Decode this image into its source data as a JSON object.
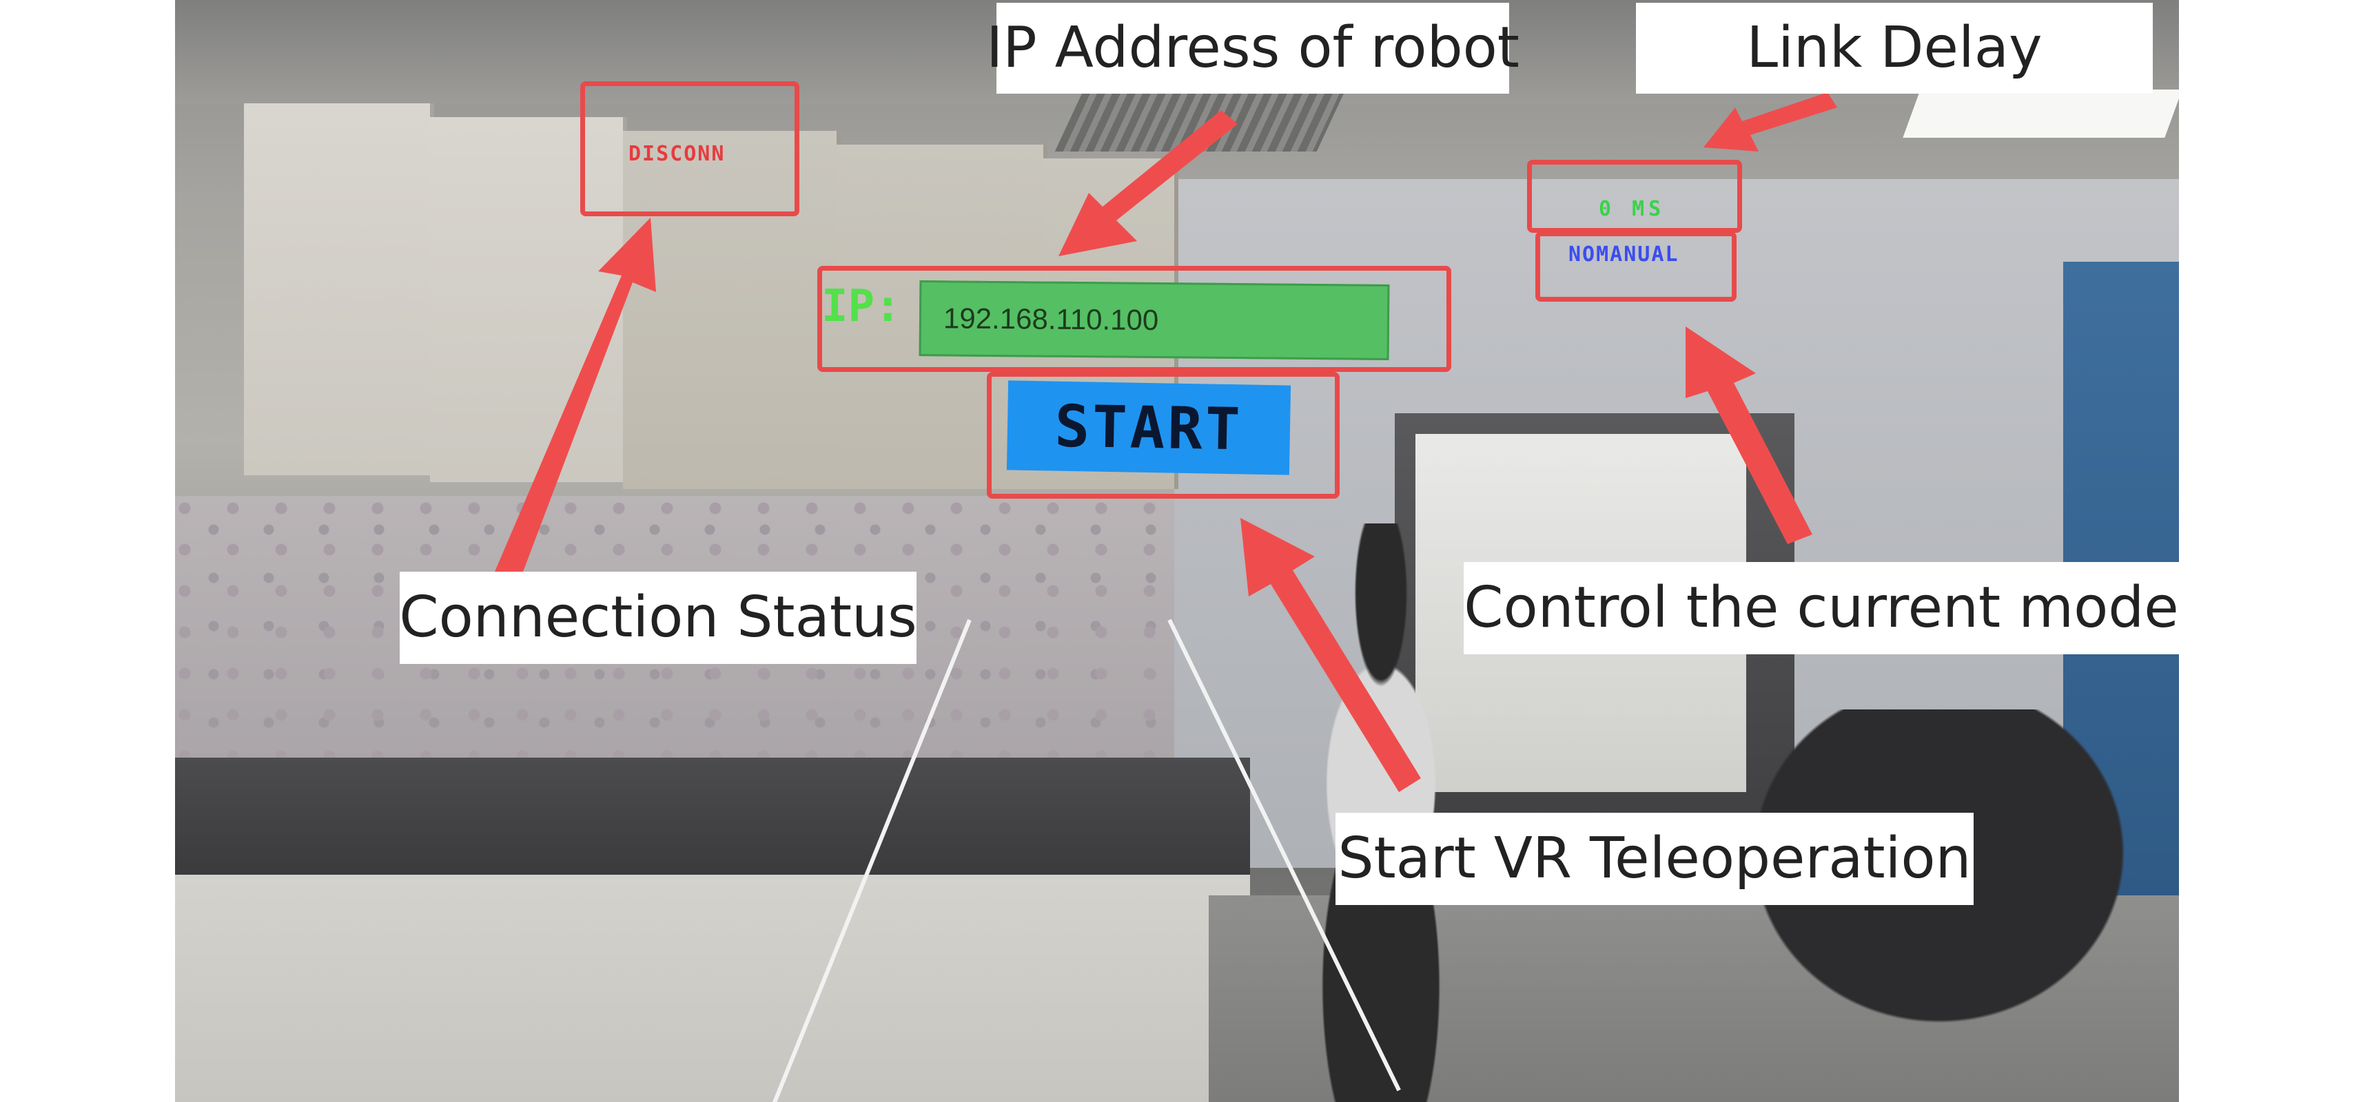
{
  "hud": {
    "connection_status": "DISCONN",
    "ip_label": "IP:",
    "ip_value": "192.168.110.100",
    "start_label": "START",
    "link_delay_value": "0 MS",
    "control_mode_value": "NOMANUAL"
  },
  "annotations": {
    "ip_address": "IP Address of robot",
    "link_delay": "Link Delay",
    "connection_status": "Connection Status",
    "control_mode": "Control the current mode",
    "start_vr": "Start VR Teleoperation"
  },
  "colors": {
    "highlight": "#e84a4a",
    "ip_field": "#55bf63",
    "start_button": "#1f93f0",
    "status_red": "#e83b3f",
    "delay_green": "#39d24a",
    "mode_blue": "#3b4df0"
  }
}
